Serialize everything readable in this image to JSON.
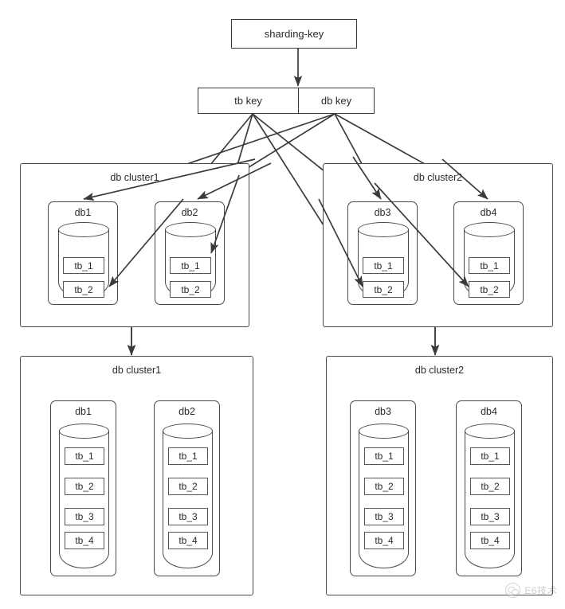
{
  "diagram": {
    "title": "sharding-key routing to db clusters",
    "stroke_color": "#4a4a4a",
    "node_stroke_color": "#3b3b3b",
    "text_color": "#2b2b2b",
    "background": "#ffffff"
  },
  "nodes": {
    "sharding_key": {
      "label": "sharding-key"
    },
    "tb_key": {
      "label": "tb key"
    },
    "db_key": {
      "label": "db key"
    }
  },
  "top_clusters": [
    {
      "label": "db cluster1",
      "databases": [
        {
          "label": "db1",
          "tables": [
            "tb_1",
            "tb_2"
          ]
        },
        {
          "label": "db2",
          "tables": [
            "tb_1",
            "tb_2"
          ]
        }
      ]
    },
    {
      "label": "db cluster2",
      "databases": [
        {
          "label": "db3",
          "tables": [
            "tb_1",
            "tb_2"
          ]
        },
        {
          "label": "db4",
          "tables": [
            "tb_1",
            "tb_2"
          ]
        }
      ]
    }
  ],
  "bottom_clusters": [
    {
      "label": "db cluster1",
      "databases": [
        {
          "label": "db1",
          "tables": [
            "tb_1",
            "tb_2",
            "tb_3",
            "tb_4"
          ]
        },
        {
          "label": "db2",
          "tables": [
            "tb_1",
            "tb_2",
            "tb_3",
            "tb_4"
          ]
        }
      ]
    },
    {
      "label": "db cluster2",
      "databases": [
        {
          "label": "db3",
          "tables": [
            "tb_1",
            "tb_2",
            "tb_3",
            "tb_4"
          ]
        },
        {
          "label": "db4",
          "tables": [
            "tb_1",
            "tb_2",
            "tb_3",
            "tb_4"
          ]
        }
      ]
    }
  ],
  "edges": [
    {
      "from": "sharding-key",
      "to": "key-split-box",
      "kind": "arrow"
    },
    {
      "from": "db key",
      "to": "db1",
      "kind": "arrow"
    },
    {
      "from": "db key",
      "to": "db2",
      "kind": "arrow"
    },
    {
      "from": "db key",
      "to": "db3",
      "kind": "arrow"
    },
    {
      "from": "db key",
      "to": "db4",
      "kind": "arrow"
    },
    {
      "from": "tb key",
      "to": "db1.tb_2",
      "kind": "arrow"
    },
    {
      "from": "tb key",
      "to": "db2.tb_1",
      "kind": "arrow"
    },
    {
      "from": "tb key",
      "to": "db3.tb_2",
      "kind": "arrow"
    },
    {
      "from": "tb key",
      "to": "db4.tb_2",
      "kind": "arrow"
    },
    {
      "from": "top db cluster1",
      "to": "bottom db cluster1",
      "kind": "arrow"
    },
    {
      "from": "top db cluster2",
      "to": "bottom db cluster2",
      "kind": "arrow"
    }
  ],
  "watermark": {
    "text": "E6技术"
  }
}
